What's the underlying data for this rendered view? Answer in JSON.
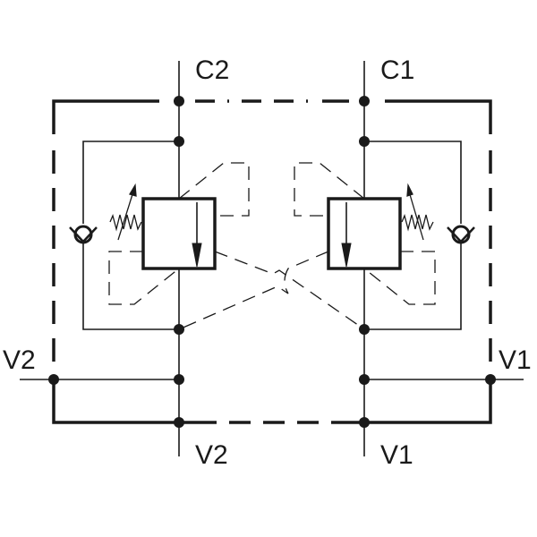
{
  "diagram": {
    "labels": {
      "port_c2_top": "C2",
      "port_c1_top": "C1",
      "port_v2_left": "V2",
      "port_v1_right": "V1",
      "port_v2_bottom": "V2",
      "port_v1_bottom": "V1"
    },
    "colors": {
      "line": "#1a1a1a",
      "background": "#ffffff"
    },
    "symbols": [
      "check-valve-icon",
      "adjustable-spring-icon",
      "flow-arrow-icon",
      "junction-dot-icon"
    ]
  }
}
